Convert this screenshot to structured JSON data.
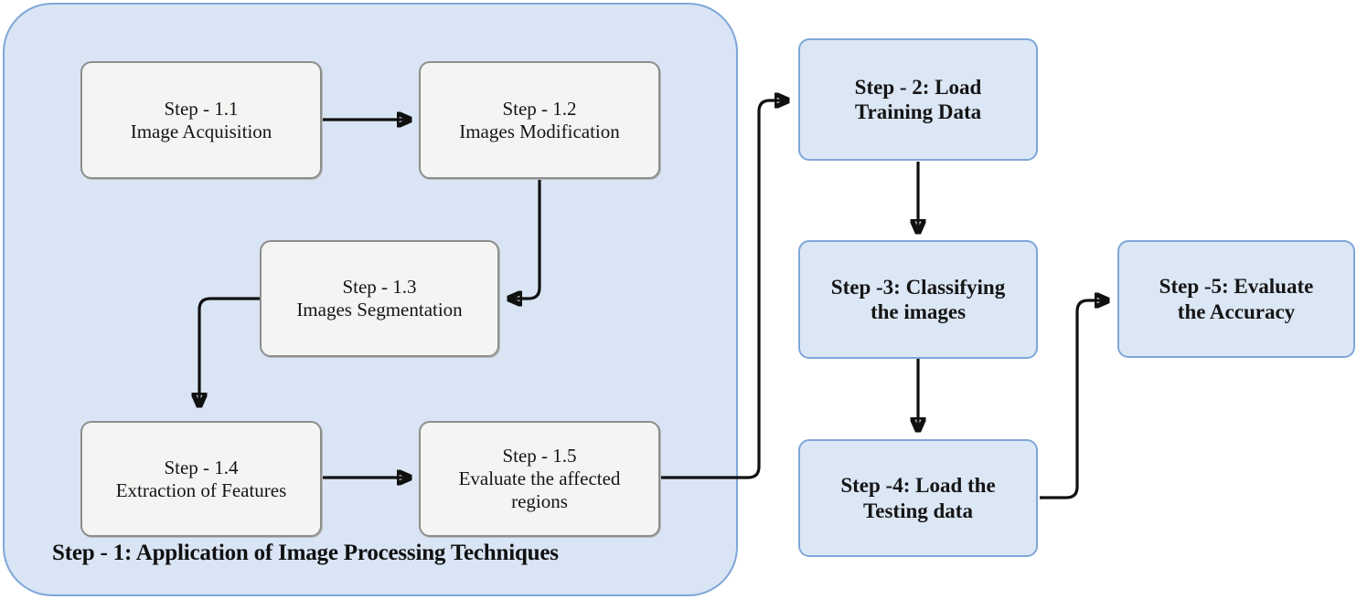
{
  "diagram": {
    "title_caption": "Step - 1: Application of Image Processing Techniques",
    "colors": {
      "group_fill": "#d9e5f5",
      "group_border": "#7fa6d8",
      "white_node_fill": "#f4f4f2",
      "white_node_border": "#8d8d8d",
      "blue_node_fill": "#dce7f5",
      "blue_node_border": "#7fa6d8",
      "edge": "#101010",
      "text": "#151515"
    },
    "group": {
      "name": "step-1-group",
      "caption": "Step - 1: Application of Image Processing Techniques"
    },
    "nodes": [
      {
        "id": "step-1-1",
        "label": "Step - 1.1\nImage Acquisition",
        "style": "white"
      },
      {
        "id": "step-1-2",
        "label": "Step - 1.2\nImages Modification",
        "style": "white"
      },
      {
        "id": "step-1-3",
        "label": "Step - 1.3\nImages Segmentation",
        "style": "white"
      },
      {
        "id": "step-1-4",
        "label": "Step - 1.4\nExtraction of Features",
        "style": "white"
      },
      {
        "id": "step-1-5",
        "label": "Step - 1.5\nEvaluate the affected\nregions",
        "style": "white"
      },
      {
        "id": "step-2",
        "label": "Step - 2: Load\nTraining Data",
        "style": "blue"
      },
      {
        "id": "step-3",
        "label": "Step -3: Classifying\nthe images",
        "style": "blue"
      },
      {
        "id": "step-4",
        "label": "Step -4: Load the\nTesting data",
        "style": "blue"
      },
      {
        "id": "step-5",
        "label": "Step -5: Evaluate\nthe Accuracy",
        "style": "blue"
      }
    ],
    "edges": [
      {
        "id": "edge-1-1-to-1-2",
        "from": "step-1-1",
        "to": "step-1-2"
      },
      {
        "id": "edge-1-2-to-1-3",
        "from": "step-1-2",
        "to": "step-1-3"
      },
      {
        "id": "edge-1-3-to-1-4",
        "from": "step-1-3",
        "to": "step-1-4"
      },
      {
        "id": "edge-1-4-to-1-5",
        "from": "step-1-4",
        "to": "step-1-5"
      },
      {
        "id": "edge-1-5-to-2",
        "from": "step-1-5",
        "to": "step-2"
      },
      {
        "id": "edge-2-to-3",
        "from": "step-2",
        "to": "step-3"
      },
      {
        "id": "edge-3-to-4",
        "from": "step-3",
        "to": "step-4"
      },
      {
        "id": "edge-4-to-5",
        "from": "step-4",
        "to": "step-5"
      }
    ]
  }
}
